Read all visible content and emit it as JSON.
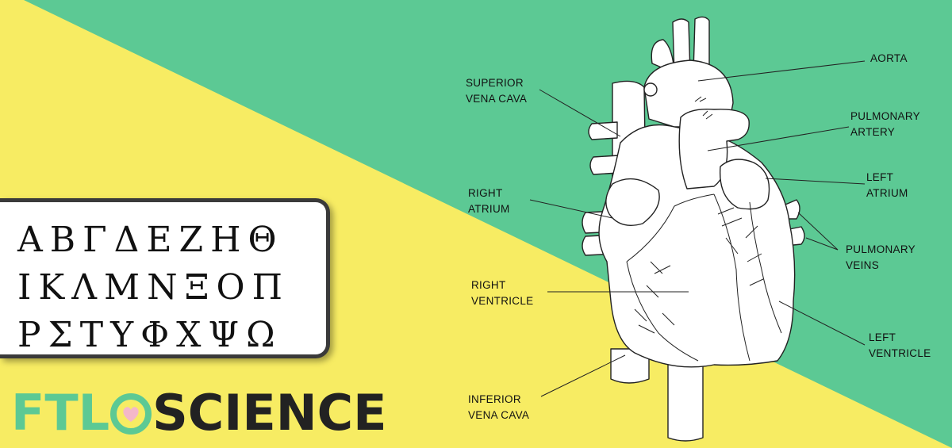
{
  "colors": {
    "green": "#5cc994",
    "yellow": "#f7ec63",
    "dark": "#222222"
  },
  "greek": {
    "row1": "ΑΒΓΔΕΖΗΘ",
    "row2": "ΙΚΛΜΝΞΟΠ",
    "row3": "ΡΣΤΥΦΧΨΩ"
  },
  "logo": {
    "part1": "FTL",
    "icon": "heart-o-icon",
    "part2": "SCIENCE"
  },
  "labels": {
    "aorta": "AORTA",
    "superior_vena_cava": "SUPERIOR\nVENA CAVA",
    "pulmonary_artery": "PULMONARY\nARTERY",
    "left_atrium": "LEFT\nATRIUM",
    "right_atrium": "RIGHT\nATRIUM",
    "pulmonary_veins": "PULMONARY\nVEINS",
    "right_ventricle": "RIGHT\nVENTRICLE",
    "left_ventricle": "LEFT\nVENTRICLE",
    "inferior_vena_cava": "INFERIOR\nVENA CAVA"
  }
}
